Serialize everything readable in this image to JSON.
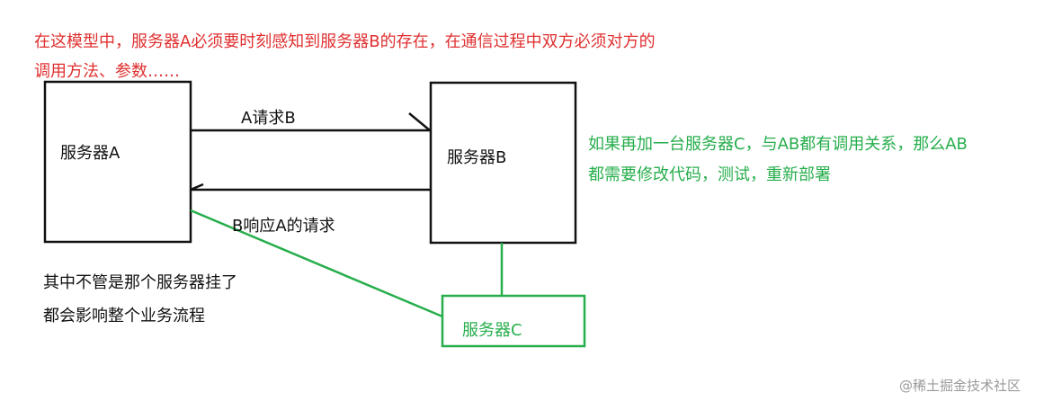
{
  "top_note": {
    "line1": "在这模型中，服务器A必须要时刻感知到服务器B的存在，在通信过程中双方必须对方的",
    "line2": "调用方法、参数……"
  },
  "servers": {
    "a": "服务器A",
    "b": "服务器B",
    "c": "服务器C"
  },
  "arrows": {
    "a_to_b": "A请求B",
    "b_to_a": "B响应A的请求"
  },
  "right_note": {
    "line1": "如果再加一台服务器C，与AB都有调用关系，那么AB",
    "line2": "都需要修改代码，测试，重新部署"
  },
  "bottom_note": {
    "line1": "其中不管是那个服务器挂了",
    "line2": "都会影响整个业务流程"
  },
  "watermark": "@稀土掘金技术社区",
  "colors": {
    "red": "#e03030",
    "green": "#27ae4c",
    "black": "#111111",
    "watermark": "#9a9a9a"
  }
}
